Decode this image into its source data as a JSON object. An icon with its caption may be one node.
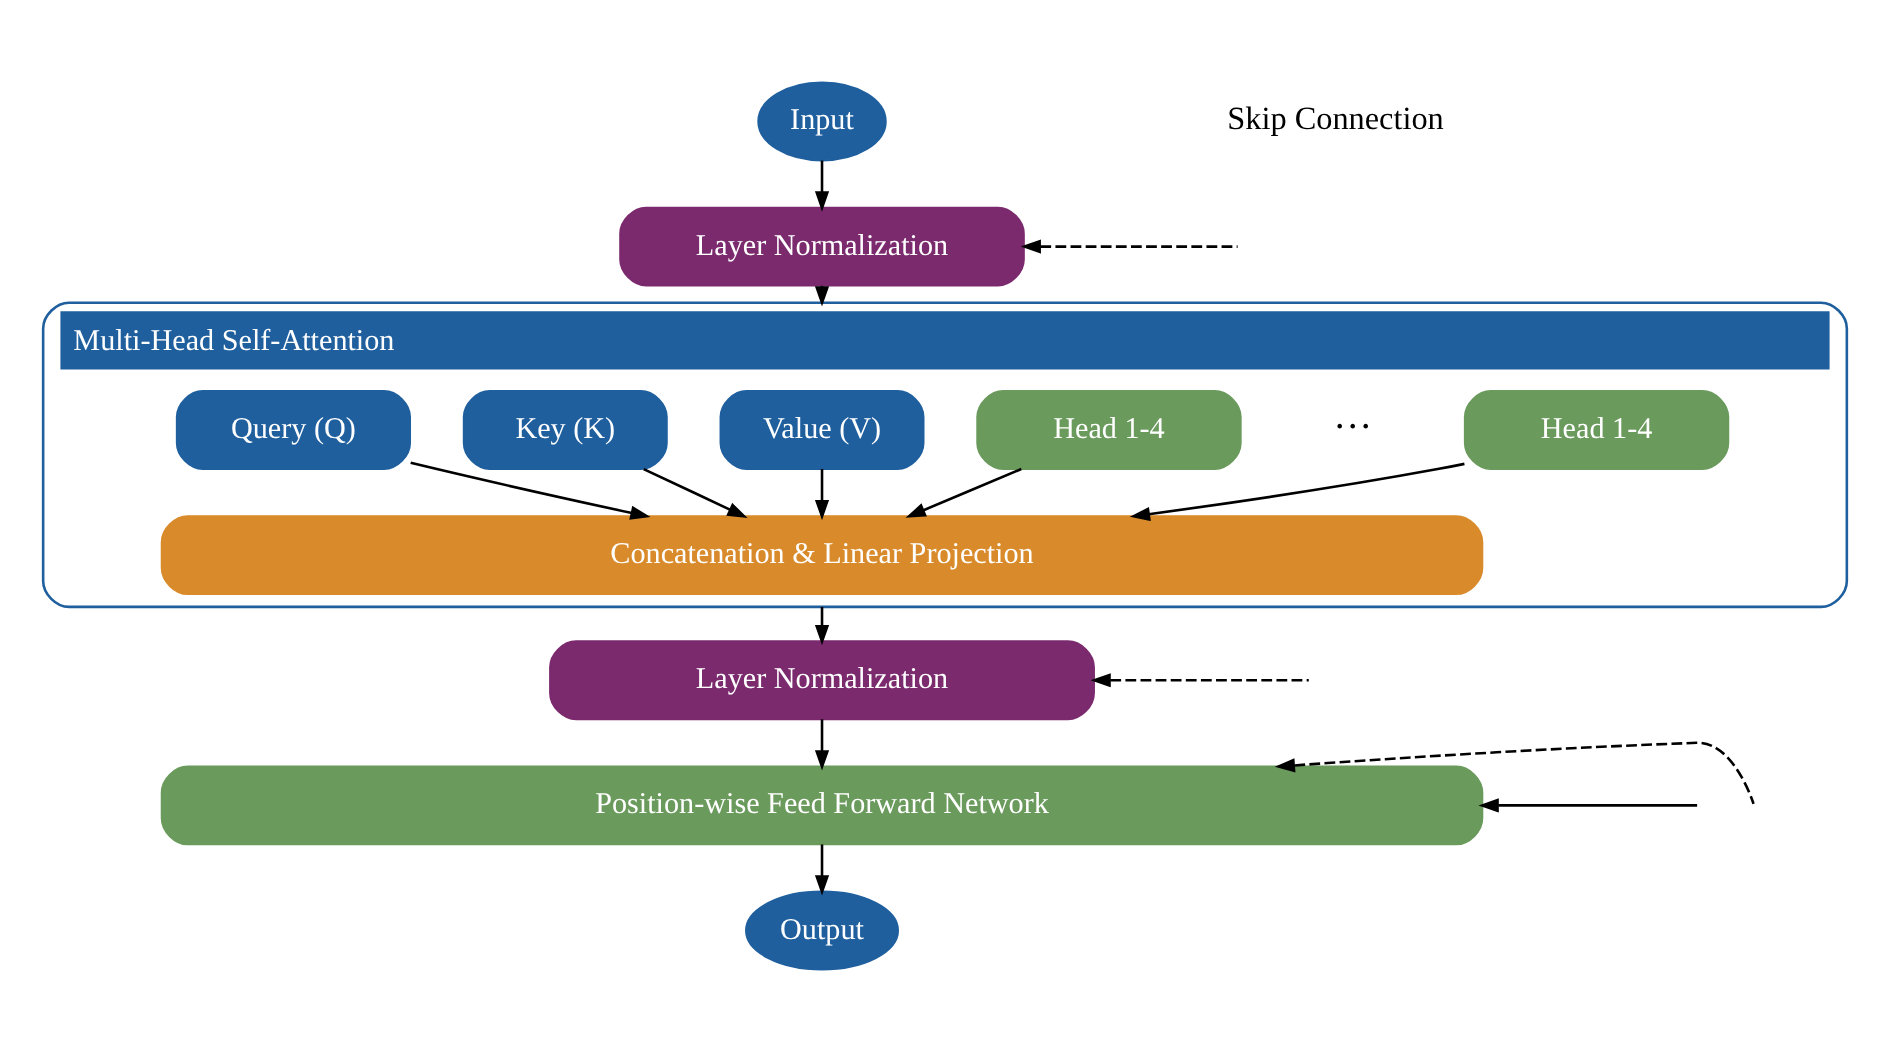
{
  "diagram": {
    "nodes": [
      {
        "text": [
          "Input"
        ]
      },
      {
        "text": [
          "Layer Normalization"
        ]
      },
      {
        "text": [
          "Multi-Head Self-Attention"
        ]
      },
      {
        "text": [
          "Query (Q)"
        ],
        "in": 2
      },
      {
        "text": [
          "Key (K)"
        ],
        "in": 2
      },
      {
        "text": [
          "Value (V)"
        ],
        "in": 2
      },
      {
        "text": [
          "Head 1-4"
        ],
        "in": 2
      },
      {
        "text": [
          "Head 1-4"
        ],
        "in": 2
      },
      {
        "text": [
          "Concatenation & Linear Projection"
        ],
        "in": 2
      },
      {
        "text": [
          "Layer Normalization"
        ]
      },
      {
        "text": [
          "Position-wise Feed Forward Network"
        ]
      },
      {
        "text": [
          "Output"
        ]
      }
    ],
    "edges": [
      {
        "from": 0,
        "to": 1,
        "arrow": "to"
      },
      {
        "from": null,
        "to": 1,
        "arrow": "to",
        "style": "dashed"
      },
      {
        "from": 1,
        "to": 2,
        "arrow": "to"
      },
      {
        "from": 3,
        "to": 8,
        "arrow": "to"
      },
      {
        "from": 4,
        "to": 8,
        "arrow": "to"
      },
      {
        "from": 5,
        "to": 8,
        "arrow": "to"
      },
      {
        "from": 6,
        "to": 8,
        "arrow": "to"
      },
      {
        "from": 7,
        "to": 8,
        "arrow": "to"
      },
      {
        "from": 2,
        "to": 9,
        "arrow": "to"
      },
      {
        "from": null,
        "to": 9,
        "arrow": "to",
        "style": "dashed"
      },
      {
        "from": 9,
        "to": 10,
        "arrow": "to"
      },
      {
        "from": null,
        "to": 10,
        "arrow": "to",
        "style": "dashed"
      },
      {
        "from": null,
        "to": 10,
        "arrow": "to"
      },
      {
        "from": 10,
        "to": 11,
        "arrow": "to"
      }
    ],
    "labels": [
      "Skip Connection",
      "···"
    ]
  }
}
